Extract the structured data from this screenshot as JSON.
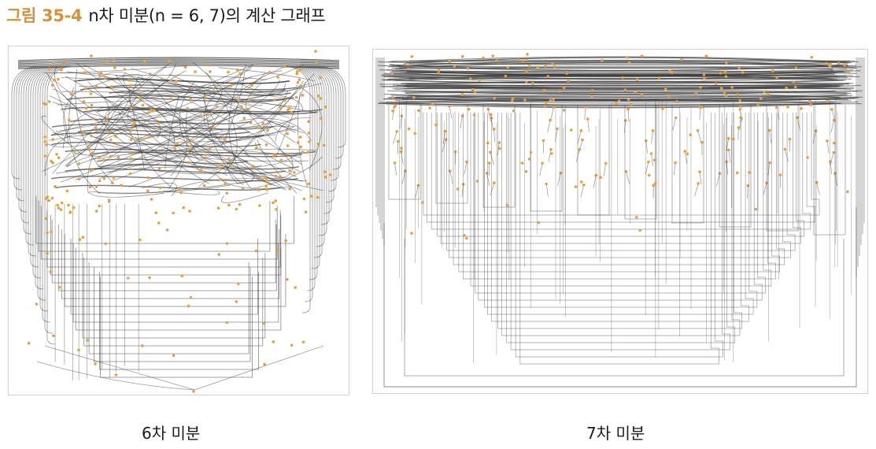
{
  "caption": {
    "number": "그림 35-4",
    "text": "n차 미분(n = 6, 7)의 계산 그래프"
  },
  "panels": [
    {
      "label": "6차 미분"
    },
    {
      "label": "7차 미분"
    }
  ],
  "colors": {
    "caption_number": "#d4933a",
    "edge": "#3a3a3a",
    "node": "#e8a03a",
    "frame": "#cfcfcf"
  }
}
